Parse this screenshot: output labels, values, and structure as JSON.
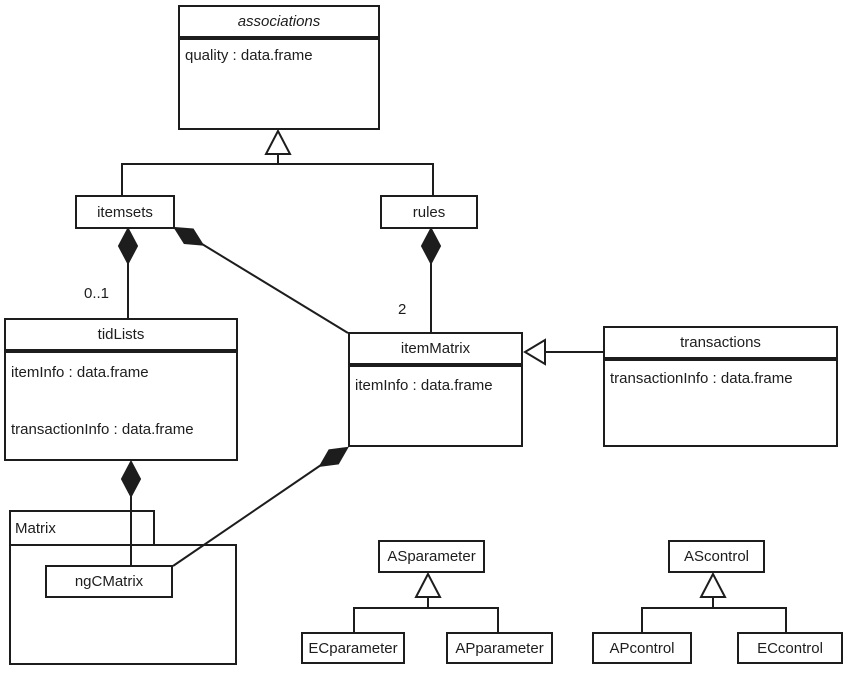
{
  "colors": {
    "line": "#1d1d1d",
    "text": "#1d1d1d",
    "background": "#ffffff"
  },
  "classes": {
    "associations": {
      "name": "associations",
      "abstract": true,
      "attributes": [
        "quality : data.frame"
      ]
    },
    "itemsets": {
      "name": "itemsets",
      "attributes": []
    },
    "rules": {
      "name": "rules",
      "attributes": []
    },
    "tidLists": {
      "name": "tidLists",
      "attributes": [
        "itemInfo : data.frame",
        "transactionInfo : data.frame"
      ]
    },
    "itemMatrix": {
      "name": "itemMatrix",
      "attributes": [
        "itemInfo : data.frame"
      ]
    },
    "transactions": {
      "name": "transactions",
      "attributes": [
        "transactionInfo : data.frame"
      ]
    },
    "matrixPackage": {
      "name": "Matrix"
    },
    "ngCMatrix": {
      "name": "ngCMatrix",
      "attributes": []
    },
    "ASparameter": {
      "name": "ASparameter",
      "attributes": []
    },
    "ECparameter": {
      "name": "ECparameter",
      "attributes": []
    },
    "APparameter": {
      "name": "APparameter",
      "attributes": []
    },
    "AScontrol": {
      "name": "AScontrol",
      "attributes": []
    },
    "APcontrol": {
      "name": "APcontrol",
      "attributes": []
    },
    "ECcontrol": {
      "name": "ECcontrol",
      "attributes": []
    }
  },
  "multiplicities": {
    "itemsets_tidLists": "0..1",
    "rules_itemMatrix": "2"
  },
  "relationships": [
    {
      "from": "itemsets",
      "to": "associations",
      "type": "generalization"
    },
    {
      "from": "rules",
      "to": "associations",
      "type": "generalization"
    },
    {
      "from": "itemsets",
      "to": "tidLists",
      "type": "composition",
      "multiplicity": "0..1"
    },
    {
      "from": "itemsets",
      "to": "itemMatrix",
      "type": "composition"
    },
    {
      "from": "rules",
      "to": "itemMatrix",
      "type": "composition",
      "multiplicity": "2"
    },
    {
      "from": "transactions",
      "to": "itemMatrix",
      "type": "generalization"
    },
    {
      "from": "tidLists",
      "to": "ngCMatrix",
      "type": "composition"
    },
    {
      "from": "itemMatrix",
      "to": "ngCMatrix",
      "type": "composition"
    },
    {
      "from": "ECparameter",
      "to": "ASparameter",
      "type": "generalization"
    },
    {
      "from": "APparameter",
      "to": "ASparameter",
      "type": "generalization"
    },
    {
      "from": "APcontrol",
      "to": "AScontrol",
      "type": "generalization"
    },
    {
      "from": "ECcontrol",
      "to": "AScontrol",
      "type": "generalization"
    },
    {
      "from": "ngCMatrix",
      "to": "Matrix",
      "type": "containment"
    }
  ]
}
